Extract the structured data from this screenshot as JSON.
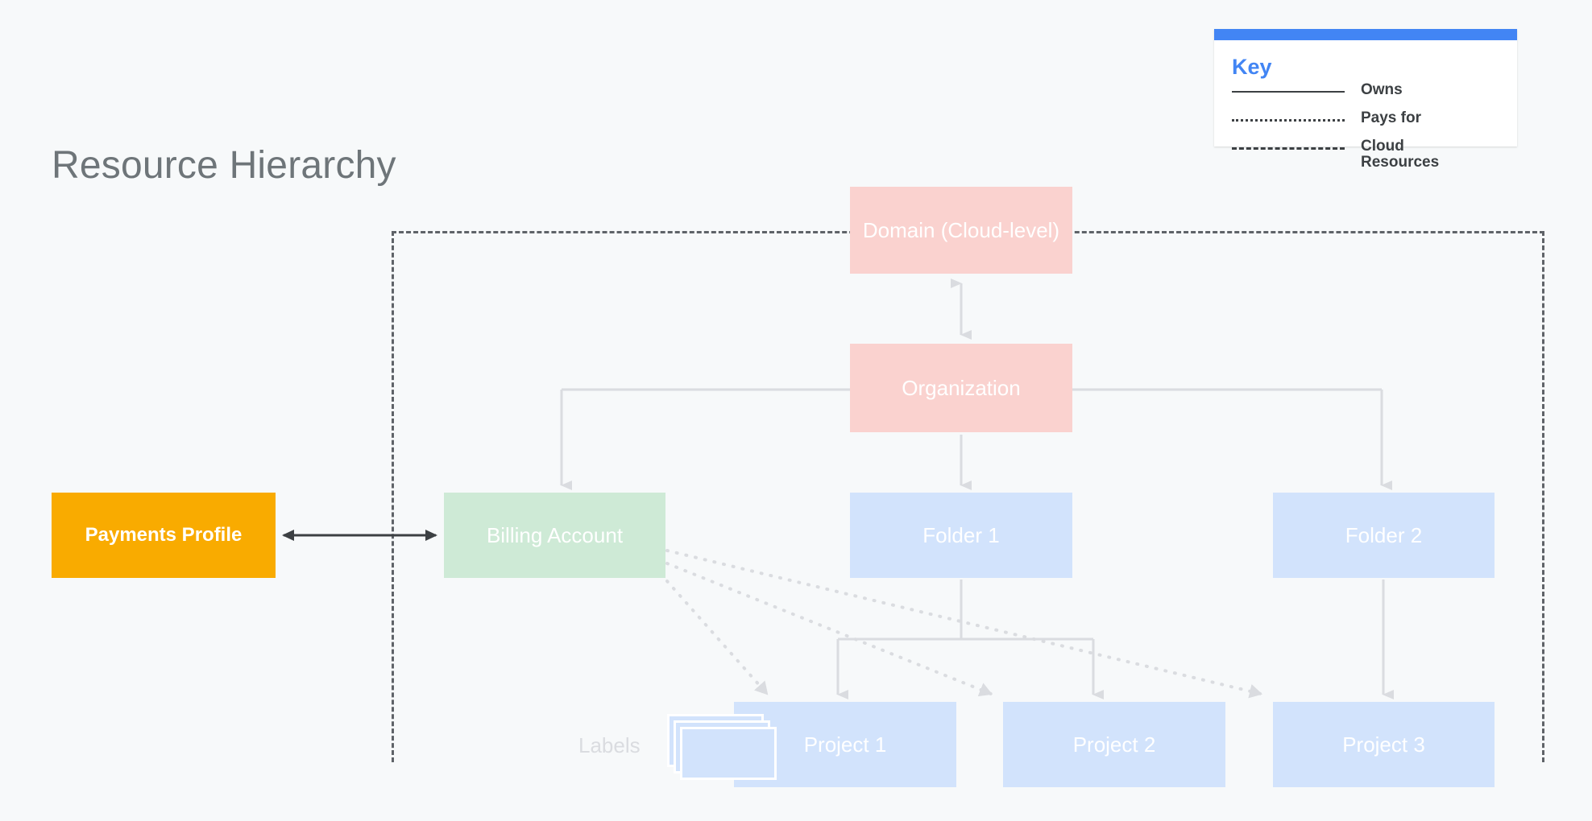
{
  "page": {
    "title": "Resource Hierarchy",
    "background_color": "#F7F9FA"
  },
  "key": {
    "heading": "Key",
    "accent_color": "#4285F4",
    "items": [
      {
        "style": "solid",
        "label": "Owns"
      },
      {
        "style": "dotted",
        "label": "Pays for"
      },
      {
        "style": "dashed",
        "label": "Cloud Resources"
      }
    ]
  },
  "nodes": {
    "domain": {
      "label": "Domain (Cloud-level)",
      "color": "#FAD2CF"
    },
    "org": {
      "label": "Organization",
      "color": "#FAD2CF"
    },
    "billing": {
      "label": "Billing Account",
      "color": "#CEEAD6"
    },
    "folder1": {
      "label": "Folder 1",
      "color": "#D2E3FC"
    },
    "folder2": {
      "label": "Folder 2",
      "color": "#D2E3FC"
    },
    "project1": {
      "label": "Project 1",
      "color": "#D2E3FC"
    },
    "project2": {
      "label": "Project 2",
      "color": "#D2E3FC"
    },
    "project3": {
      "label": "Project 3",
      "color": "#D2E3FC"
    },
    "payments": {
      "label": "Payments Profile",
      "color": "#F9AB00"
    },
    "labels": {
      "label": "Labels",
      "color": "#D2E3FC"
    }
  },
  "boundary": {
    "name": "Cloud Resources",
    "stroke_color": "#5F6368",
    "style": "dashed"
  },
  "edges": [
    {
      "from": "domain",
      "to": "org",
      "type": "owns",
      "arrows": "both"
    },
    {
      "from": "org",
      "to": "billing",
      "type": "owns",
      "arrows": "end"
    },
    {
      "from": "org",
      "to": "folder1",
      "type": "owns",
      "arrows": "end"
    },
    {
      "from": "org",
      "to": "folder2",
      "type": "owns",
      "arrows": "end"
    },
    {
      "from": "folder1",
      "to": "project1",
      "type": "owns",
      "arrows": "end"
    },
    {
      "from": "folder1",
      "to": "project2",
      "type": "owns",
      "arrows": "end"
    },
    {
      "from": "folder2",
      "to": "project3",
      "type": "owns",
      "arrows": "end"
    },
    {
      "from": "billing",
      "to": "project1",
      "type": "pays-for",
      "arrows": "end"
    },
    {
      "from": "billing",
      "to": "project2",
      "type": "pays-for",
      "arrows": "end"
    },
    {
      "from": "billing",
      "to": "project3",
      "type": "pays-for",
      "arrows": "end"
    },
    {
      "from": "payments",
      "to": "billing",
      "type": "owns",
      "arrows": "both"
    }
  ]
}
